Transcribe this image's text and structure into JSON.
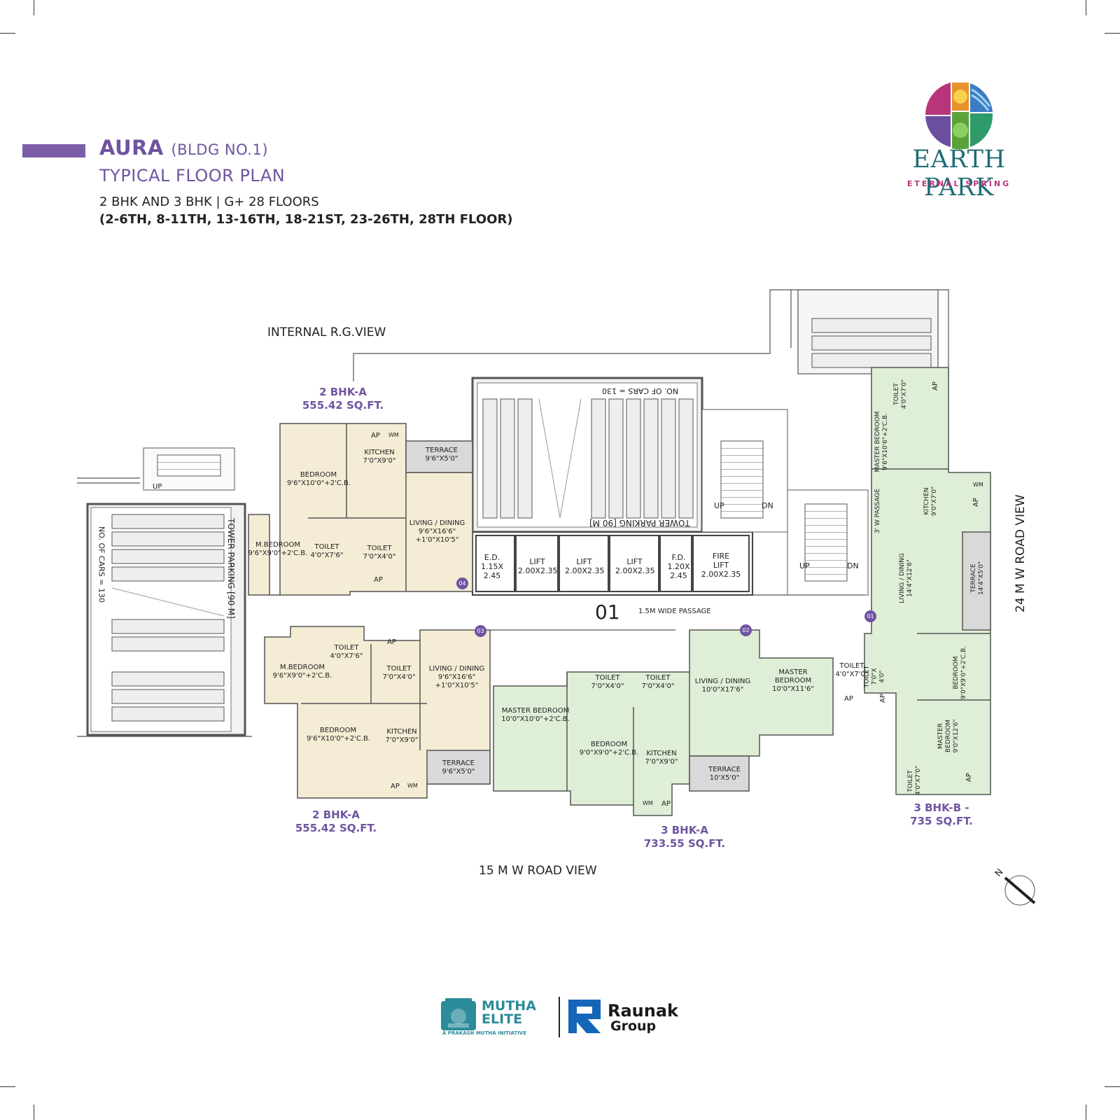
{
  "header": {
    "project": "AURA",
    "building": "(BLDG NO.1)",
    "plan_title": "TYPICAL FLOOR PLAN",
    "config": "2 BHK AND 3 BHK | G+ 28 FLOORS",
    "floors": "(2-6TH, 8-11TH, 13-16TH, 18-21ST, 23-26TH, 28TH FLOOR)"
  },
  "brand": {
    "name": "EARTH PARK",
    "tagline": "ETERNAL SPRING",
    "colors": {
      "teal": "#1f6d73",
      "purple": "#7b5ea7",
      "magenta": "#b9357a",
      "orange": "#e8912d",
      "green": "#5aa33b",
      "blue": "#3c7cc4"
    }
  },
  "views": {
    "top": "INTERNAL R.G.VIEW",
    "bottom": "15 M W ROAD VIEW",
    "right": "24 M W ROAD VIEW"
  },
  "units": {
    "unit_2bhk_top": {
      "name": "2 BHK-A",
      "area": "555.42 SQ.FT."
    },
    "unit_2bhk_bottom": {
      "name": "2 BHK-A",
      "area": "555.42 SQ.FT."
    },
    "unit_3bhk_a": {
      "name": "3 BHK-A",
      "area": "733.55 SQ.FT."
    },
    "unit_3bhk_b": {
      "name": "3 BHK-B -",
      "area": "735 SQ.FT."
    }
  },
  "core": {
    "number": "01",
    "passage": "1.5M WIDE PASSAGE",
    "ed": [
      "E.D.",
      "1.15X",
      "2.45"
    ],
    "lift": "LIFT",
    "lift_size": "2.00X2.35",
    "fd": [
      "F.D.",
      "1.20X",
      "2.45"
    ],
    "fire_lift": [
      "FIRE",
      "LIFT"
    ],
    "up": "UP",
    "dn": "DN"
  },
  "parking": {
    "tower": "TOWER PARKING [90 M]",
    "cars": "NO. OF CARS = 130"
  },
  "rooms": {
    "bedroom": "BEDROOM",
    "m_bedroom": "M.BEDROOM",
    "master_bedroom": "MASTER BEDROOM",
    "master": "MASTER",
    "kitchen": "KITCHEN",
    "toilet": "TOILET",
    "living": "LIVING / DINING",
    "terrace": "TERRACE",
    "ap": "AP",
    "wm": "WM",
    "passage3": "3' W PASSAGE",
    "d_bed_2bhk_top": "9'6\"X10'0\"+2'C.B.",
    "d_kit_2bhk_top": "7'0\"X9'0\"",
    "d_terr_2bhk": "9'6\"X5'0\"",
    "d_mbed_2bhk": "9'6\"X9'0\"+2'C.B.",
    "d_toilet_4x76": "4'0\"X7'6\"",
    "d_toilet_7x4": "7'0\"X4'0\"",
    "d_liv_2bhk_1": "9'6\"X16'6\"",
    "d_liv_2bhk_2": "+1'0\"X10'5\"",
    "d_bed_2bhk_bottom": "9'6\"X10'0\"+2'C.B.",
    "d_kit_2bhk_bottom": "7'0\"X9'0\"",
    "d_mbed_3a": "10'0\"X10'0\"+2'C.B.",
    "d_bed_3a": "9'0\"X9'0\"+2'C.B.",
    "d_kit_3a": "7'0\"X9'0\"",
    "d_liv_3a": "10'0\"X17'6\"",
    "d_master_3a": "10'0\"X11'6\"",
    "d_toilet_4x7": "4'0\"X7'0\"",
    "d_terr_3a": "10'X5'0\"",
    "d_toilet_7x4v": "7'0\"X",
    "d_toilet_4v": "4'0\"",
    "d_mbed_3b": "9'6\"X10'6\"+2'C.B.",
    "d_kit_3b": "9'0\"X7'0\"",
    "d_liv_3b": "14'4\"X12'6\"",
    "d_terr_3b": "14'4\"X5'0\"",
    "d_bed_3b": "9'0\"X9'0\"+2'C.B.",
    "d_master_3b": "9'0\"X12'6\"",
    "markers": [
      "01",
      "02",
      "03",
      "04"
    ]
  },
  "footer": {
    "partner1": "MUTHA ELITE",
    "partner1_line1": "MUTHA",
    "partner1_line2": "ELITE",
    "partner1_tag": "A PRAKASH MUTHA INITIATIVE",
    "partner2": "Raunak",
    "partner2_sub": "Group"
  }
}
